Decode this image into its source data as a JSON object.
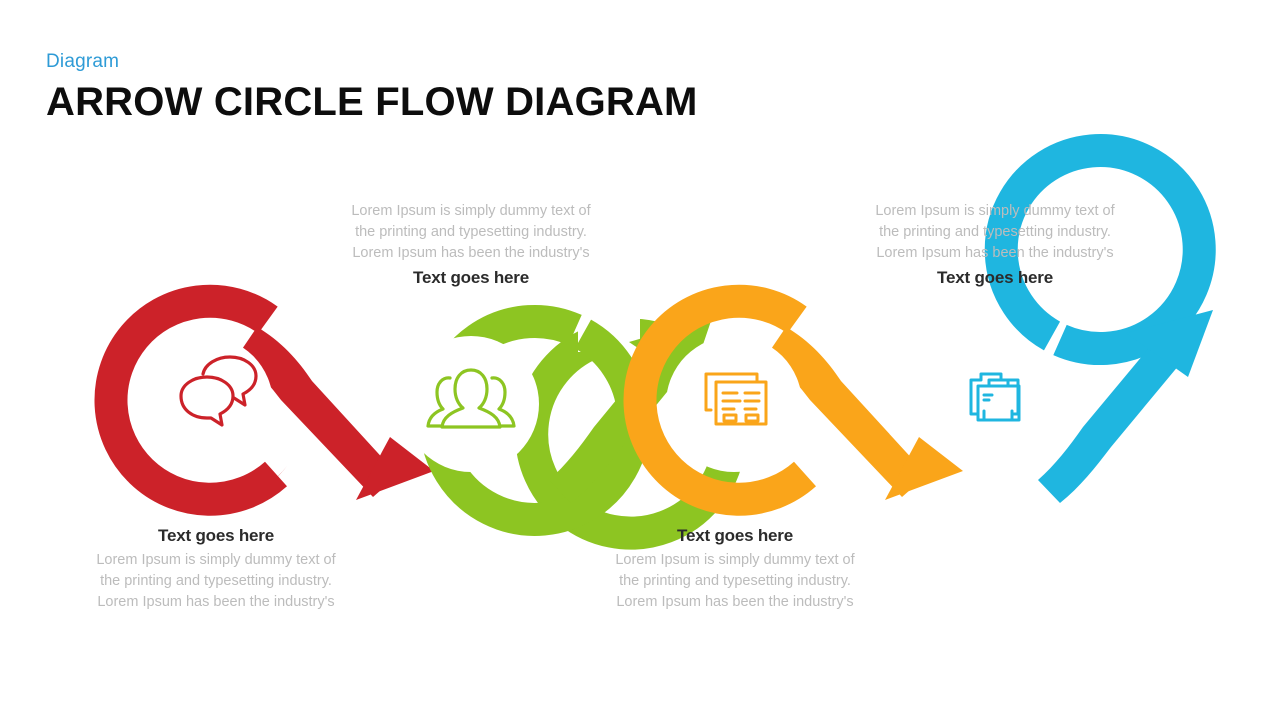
{
  "header": {
    "kicker": "Diagram",
    "title": "ARROW CIRCLE FLOW DIAGRAM"
  },
  "colors": {
    "kicker": "#2e9bd6",
    "title": "#0d0d0d",
    "body_text": "#bcbcbc",
    "heading_text": "#2b2b2b",
    "background": "#ffffff",
    "step_1": "#cc2229",
    "step_2": "#8dc522",
    "step_3": "#faa51a",
    "step_4": "#1fb6e0"
  },
  "body_text": "Lorem Ipsum is simply dummy text of the printing and typesetting industry. Lorem Ipsum has been the industry's",
  "steps": [
    {
      "index": 1,
      "color": "#cc2229",
      "icon": "chat-bubbles-icon",
      "caption_position": "below",
      "heading": "Text goes here",
      "line1": "Lorem Ipsum is simply dummy text of",
      "line2": "the printing and typesetting industry.",
      "line3": "Lorem Ipsum has been the industry's"
    },
    {
      "index": 2,
      "color": "#8dc522",
      "icon": "users-group-icon",
      "caption_position": "above",
      "heading": "Text goes here",
      "line1": "Lorem Ipsum is simply dummy text of",
      "line2": "the printing and typesetting industry.",
      "line3": "Lorem Ipsum has been the industry's"
    },
    {
      "index": 3,
      "color": "#faa51a",
      "icon": "documents-stack-icon",
      "caption_position": "below",
      "heading": "Text goes here",
      "line1": "Lorem Ipsum is simply dummy text of",
      "line2": "the printing and typesetting industry.",
      "line3": "Lorem Ipsum has been the industry's"
    },
    {
      "index": 4,
      "color": "#1fb6e0",
      "icon": "briefcase-icon",
      "caption_position": "above",
      "heading": "Text goes here",
      "line1": "Lorem Ipsum is simply dummy text of",
      "line2": "the printing and typesetting industry.",
      "line3": "Lorem Ipsum has been the industry's"
    }
  ]
}
